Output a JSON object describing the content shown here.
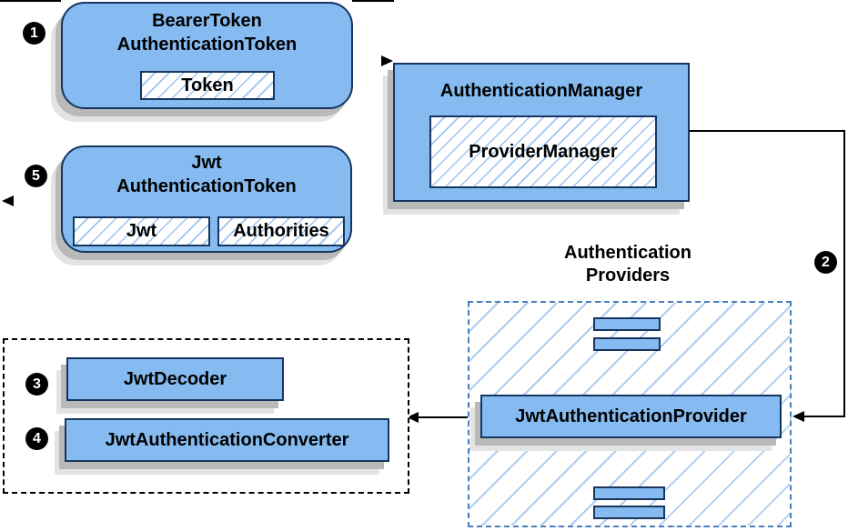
{
  "badges": {
    "step1": "1",
    "step2": "2",
    "step3": "3",
    "step4": "4",
    "step5": "5"
  },
  "boxes": {
    "bearer_token": {
      "title1": "BearerToken",
      "title2": "AuthenticationToken",
      "chip": "Token"
    },
    "authentication_manager": {
      "title": "AuthenticationManager",
      "chip": "ProviderManager"
    },
    "jwt_authentication_token": {
      "title1": "Jwt",
      "title2": "AuthenticationToken",
      "chip1": "Jwt",
      "chip2": "Authorities"
    },
    "jwt_decoder": {
      "label": "JwtDecoder"
    },
    "jwt_authentication_converter": {
      "label": "JwtAuthenticationConverter"
    },
    "jwt_authentication_provider": {
      "label": "JwtAuthenticationProvider"
    },
    "providers_group": {
      "title1": "Authentication",
      "title2": "Providers"
    }
  },
  "colors": {
    "box-fill": "#85BBF0",
    "box-border": "#16365F",
    "hatch-line": "#9CC3EE",
    "hatch-line-big": "#AECDF0",
    "providers-border": "#4A7EBB",
    "dashed-border": "#000000",
    "arrow": "#000000",
    "shadow-dark": "#B9B9B9",
    "shadow-light": "#E3E3E3",
    "badge-bg": "#000000",
    "badge-text": "#FFFFFF",
    "text": "#000000"
  }
}
